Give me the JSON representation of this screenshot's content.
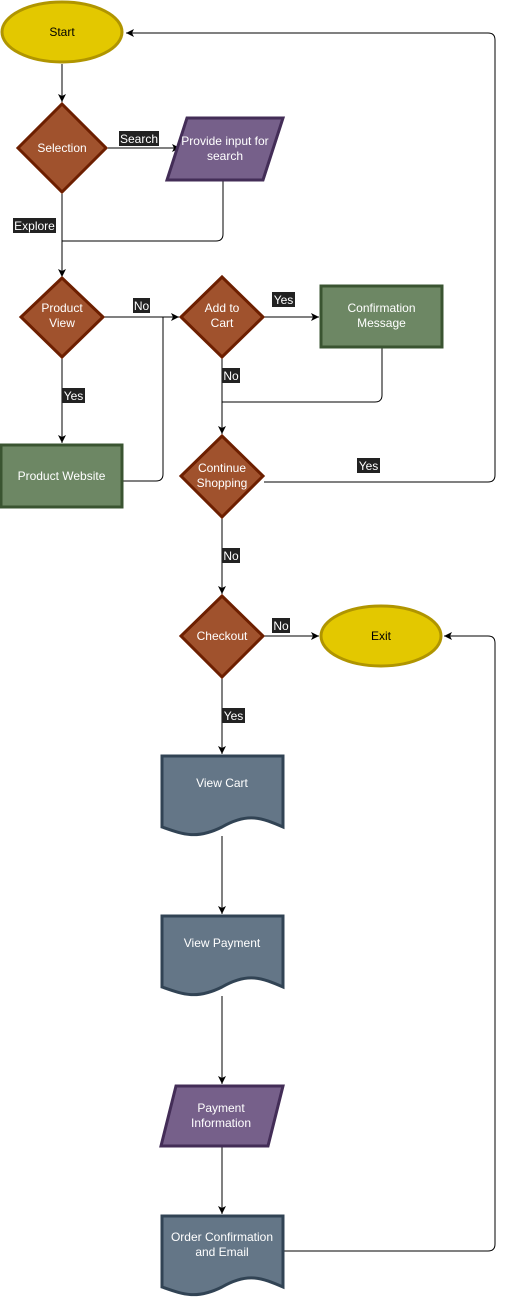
{
  "nodes": {
    "start": "Start",
    "selection": "Selection",
    "provide_input": [
      "Provide input for",
      "search"
    ],
    "product_view": [
      "Product",
      "View"
    ],
    "add_to_cart": [
      "Add to",
      "Cart"
    ],
    "confirmation_message": [
      "Confirmation",
      "Message"
    ],
    "product_website": "Product Website",
    "continue_shopping": [
      "Continue",
      "Shopping"
    ],
    "checkout": "Checkout",
    "exit": "Exit",
    "view_cart": "View Cart",
    "view_payment": "View Payment",
    "payment_information": [
      "Payment",
      "Information"
    ],
    "order_confirmation": [
      "Order Confirmation",
      "and Email"
    ]
  },
  "edge_labels": {
    "search": "Search",
    "explore": "Explore",
    "pv_no": "No",
    "pv_yes": "Yes",
    "atc_yes": "Yes",
    "atc_no": "No",
    "cs_yes": "Yes",
    "cs_no": "No",
    "co_no": "No",
    "co_yes": "Yes"
  },
  "colors": {
    "terminal_fill": "#e3c800",
    "terminal_stroke": "#b09500",
    "decision_fill": "#a0522d",
    "decision_stroke": "#6d1f00",
    "io_fill": "#76608a",
    "io_stroke": "#432d57",
    "process_fill": "#6d8764",
    "process_stroke": "#3a5431",
    "document_fill": "#647687",
    "document_stroke": "#314354"
  }
}
